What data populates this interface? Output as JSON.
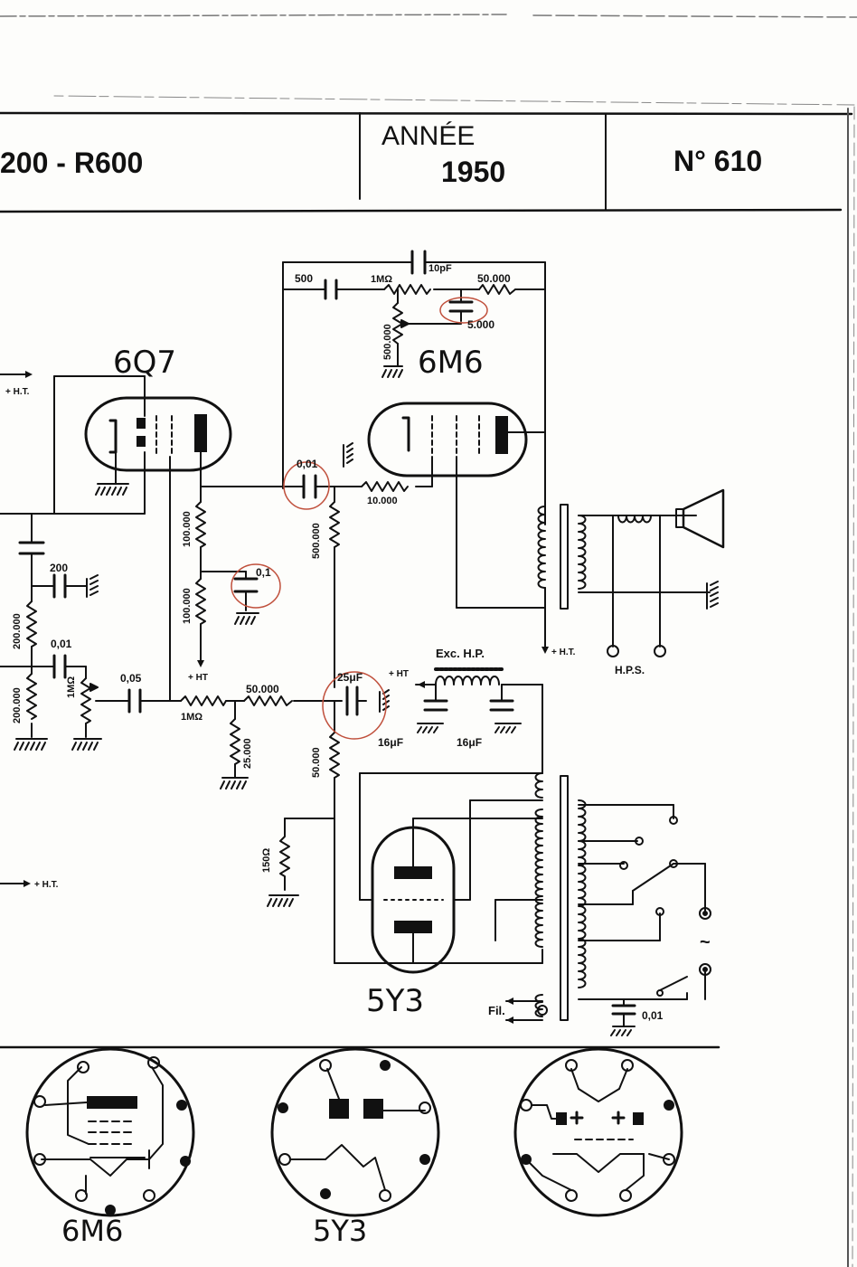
{
  "header": {
    "title": "200 - R600",
    "year_label": "ANNÉE",
    "year_value": "1950",
    "number": "N° 610"
  },
  "tubes": {
    "preamp": "6Q7",
    "output": "6M6",
    "rectifier": "5Y3"
  },
  "components": {
    "c_500": "500",
    "r_1mohm_top": "1MΩ",
    "c_10pf": "10pF",
    "r_50000_top": "50.000",
    "c_5000": "5.000",
    "pot_500000": "500.000",
    "c_001_coupling": "0,01",
    "r_10000": "10.000",
    "r_500000_grid": "500.000",
    "r_100000_a": "100.000",
    "r_100000_b": "100.000",
    "c_01": "0,1",
    "c_200": "200",
    "r_200000_a": "200.000",
    "c_001_left": "0,01",
    "r_200000_b": "200.000",
    "pot_1mohm": "1MΩ",
    "c_005": "0,05",
    "r_1mohm_series": "1MΩ",
    "r_50000_series": "50.000",
    "r_25000": "25.000",
    "c_25uf": "25μF",
    "r_50000_vert": "50.000",
    "r_150": "150Ω",
    "c_16uf_a": "16μF",
    "c_16uf_b": "16μF",
    "c_001_mains": "0,01"
  },
  "labels": {
    "ht_1": "+ H.T.",
    "ht_2": "+ HT",
    "ht_3": "+ HT",
    "ht_4": "+ H.T.",
    "ht_5": "+ H.T.",
    "exc_hp": "Exc. H.P.",
    "hps": "H.P.S.",
    "fil": "Fil.",
    "ac": "~"
  },
  "bases": {
    "b1": "6M6",
    "b2": "5Y3"
  },
  "colors": {
    "ink": "#111111",
    "highlight": "#c0503c",
    "paper": "#fdfdfb"
  }
}
